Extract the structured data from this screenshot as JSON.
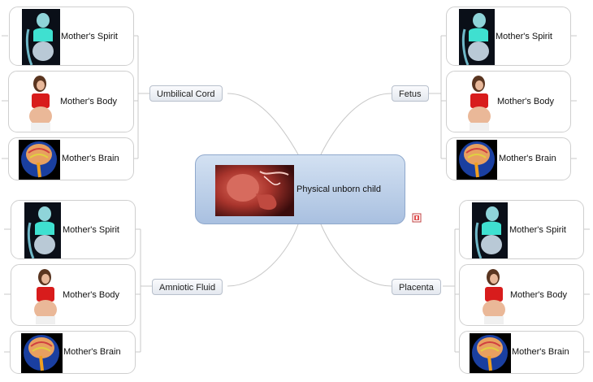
{
  "central": {
    "label": "Physical unborn child"
  },
  "branches": {
    "umbilical": {
      "label": "Umbilical Cord"
    },
    "fetus": {
      "label": "Fetus"
    },
    "amniotic": {
      "label": "Amniotic Fluid"
    },
    "placenta": {
      "label": "Placenta"
    }
  },
  "cards": {
    "spirit": "Mother's Spirit",
    "body": "Mother's Body",
    "brain": "Mother's Brain"
  },
  "icons": {
    "note": "note-icon",
    "spirit": "glowing-pregnant-figure-image",
    "body": "pregnant-woman-photo",
    "brain": "brain-scan-image",
    "embryo": "embryo-photo"
  },
  "colors": {
    "central_top": "#d3e1f2",
    "central_bottom": "#a9c0e0",
    "link": "#c8c8c8",
    "card_border": "#cfcfcf"
  }
}
